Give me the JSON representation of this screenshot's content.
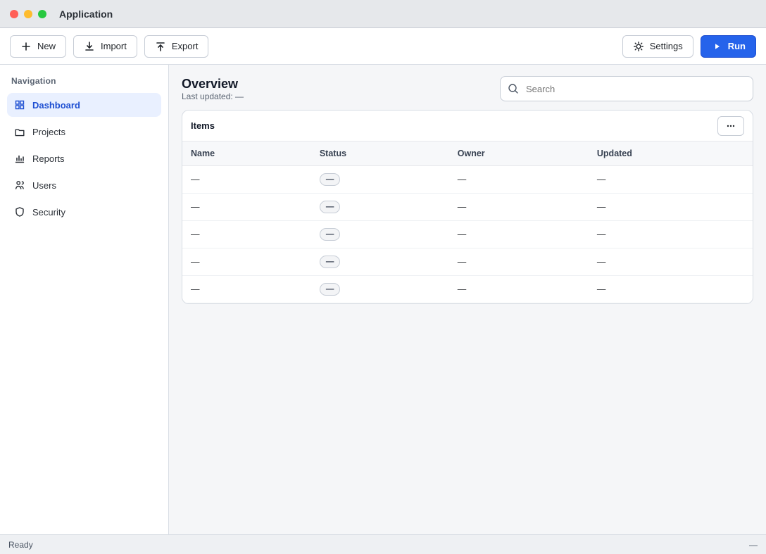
{
  "window": {
    "title": "Application"
  },
  "toolbar": {
    "new_label": "New",
    "import_label": "Import",
    "export_label": "Export",
    "settings_label": "Settings",
    "primary_action_label": "Run"
  },
  "sidebar": {
    "title": "Navigation",
    "items": [
      {
        "label": "Dashboard",
        "icon": "grid-icon",
        "active": true
      },
      {
        "label": "Projects",
        "icon": "folder-icon",
        "active": false
      },
      {
        "label": "Reports",
        "icon": "chart-icon",
        "active": false
      },
      {
        "label": "Users",
        "icon": "users-icon",
        "active": false
      },
      {
        "label": "Security",
        "icon": "shield-icon",
        "active": false
      }
    ]
  },
  "main": {
    "title": "Overview",
    "subtitle": "Last updated: —",
    "search": {
      "placeholder": "Search",
      "value": ""
    },
    "table": {
      "title": "Items",
      "columns": [
        "Name",
        "Status",
        "Owner",
        "Updated"
      ],
      "rows": [
        [
          "—",
          "—",
          "—",
          "—"
        ],
        [
          "—",
          "—",
          "—",
          "—"
        ],
        [
          "—",
          "—",
          "—",
          "—"
        ],
        [
          "—",
          "—",
          "—",
          "—"
        ],
        [
          "—",
          "—",
          "—",
          "—"
        ]
      ]
    }
  },
  "statusbar": {
    "left": "Ready",
    "right": "—"
  },
  "colors": {
    "accent": "#2563eb"
  }
}
